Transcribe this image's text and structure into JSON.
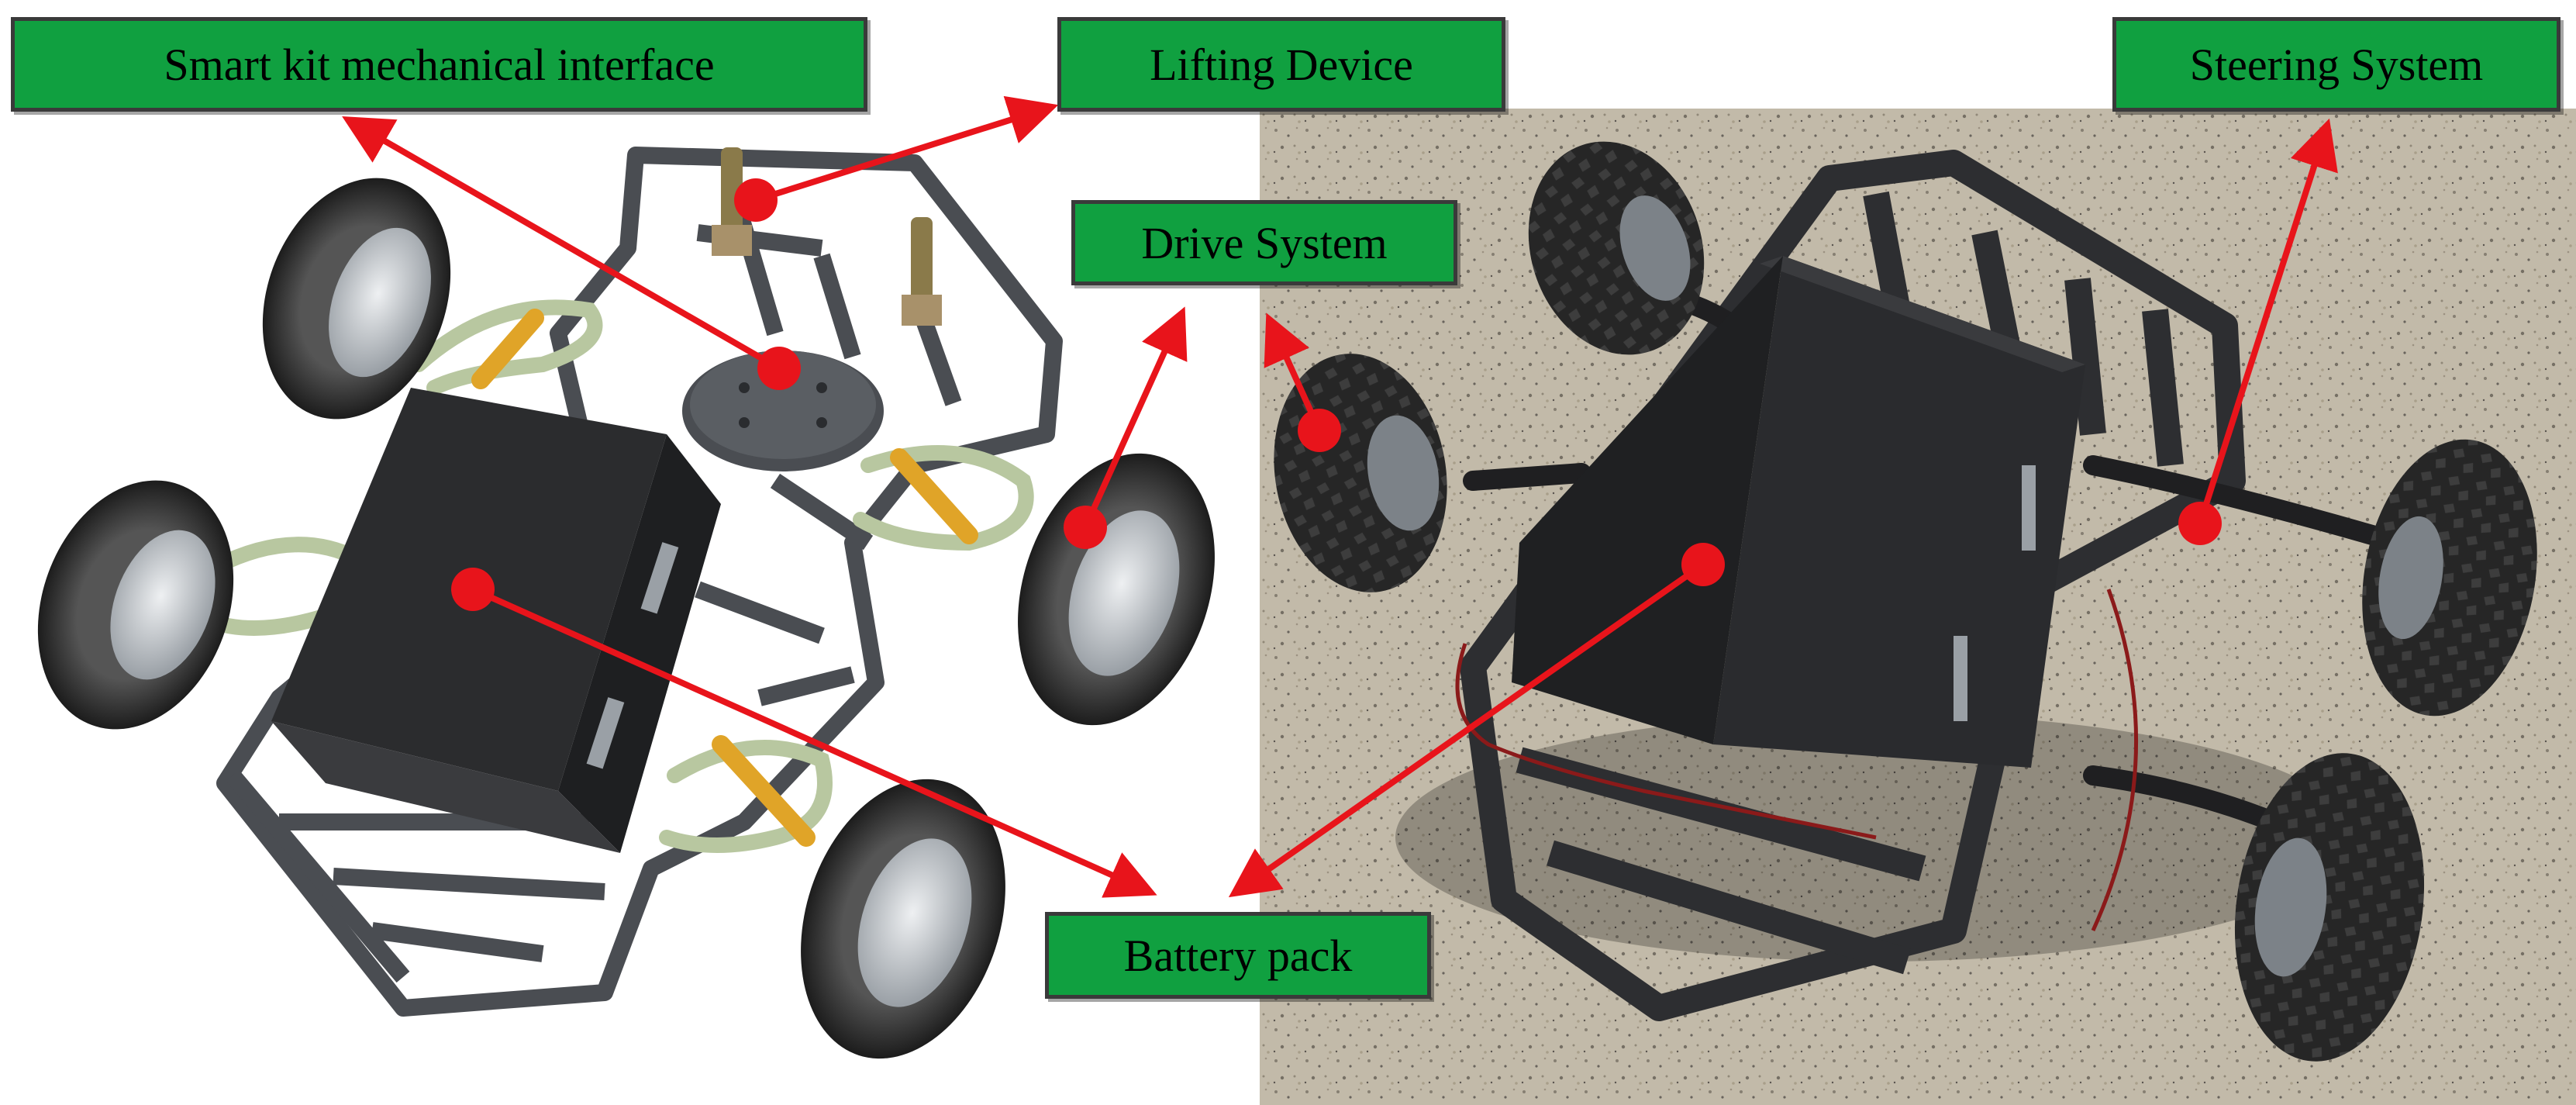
{
  "labels": {
    "smart_kit": "Smart kit mechanical interface",
    "lifting": "Lifting Device",
    "drive": "Drive System",
    "steering": "Steering System",
    "battery": "Battery pack"
  },
  "colors": {
    "label_fill": "#10a040",
    "label_border": "#3a3a3a",
    "arrow": "#e8141b",
    "chassis_frame": "#4a4d52",
    "battery_box": "#2b2c2e",
    "suspension": "#b8c7a0",
    "shock_absorber": "#e0a428",
    "tire": "#2a2a2a",
    "hub": "#c9cdd2",
    "floor": "#cfc6b4"
  }
}
